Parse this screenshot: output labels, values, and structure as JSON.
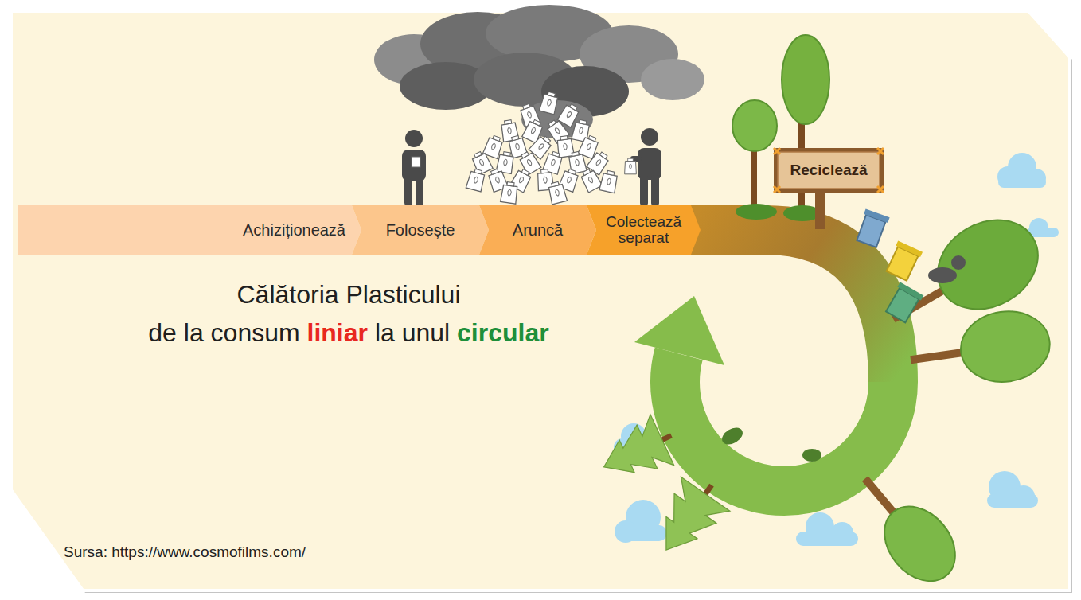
{
  "diagram": {
    "title": "Călătoria Plasticului de la consum liniar la unul circular",
    "nodes": [
      {
        "text": [
          "Achiziționează"
        ]
      },
      {
        "text": [
          "Folosește"
        ]
      },
      {
        "text": [
          "Aruncă"
        ]
      },
      {
        "text": [
          "Colectează separat"
        ]
      },
      {
        "text": [
          "Reciclează"
        ]
      }
    ],
    "labels": [
      "Sursa: https://www.cosmofilms.com/"
    ]
  }
}
